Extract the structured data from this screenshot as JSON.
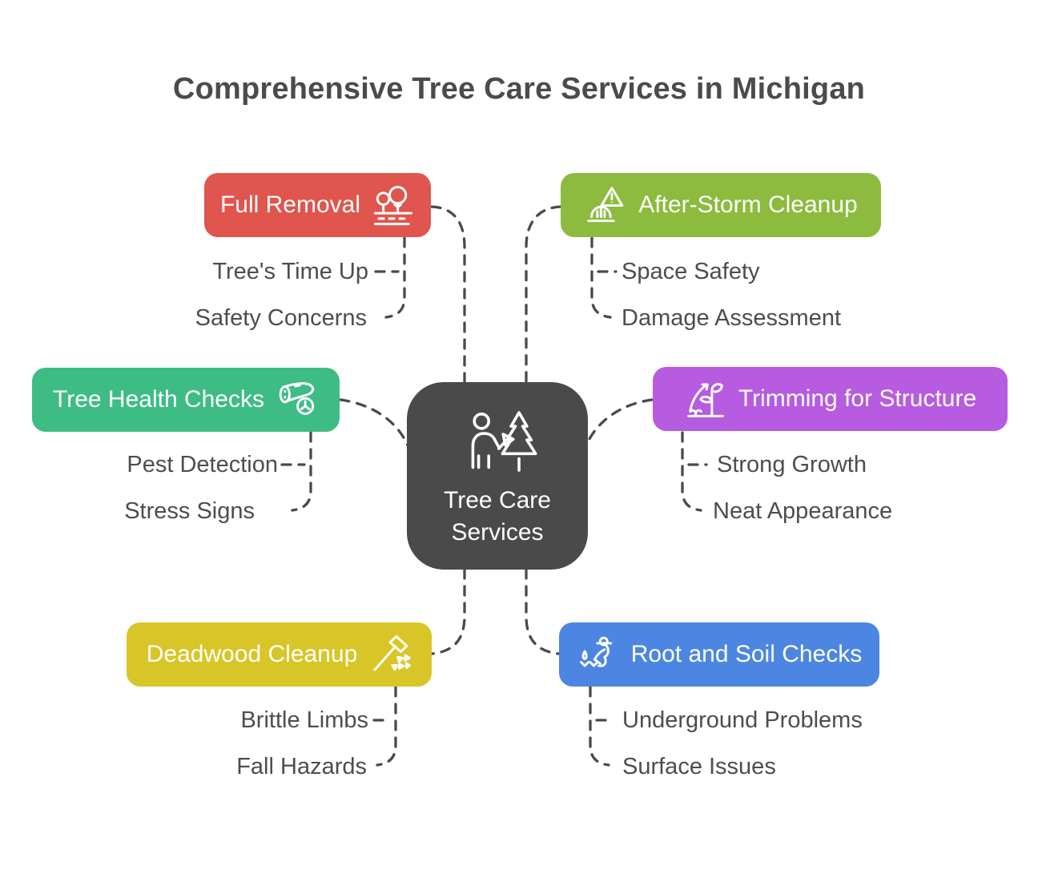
{
  "title": "Comprehensive Tree Care Services in Michigan",
  "center": {
    "label": "Tree Care Services",
    "color": "#4a4a4a",
    "icon": "arborist-with-pine-tree-icon"
  },
  "branches": [
    {
      "label": "Full Removal",
      "color": "#e0554d",
      "icon": "tree-removal-icon",
      "children": [
        "Tree's Time Up",
        "Safety Concerns"
      ]
    },
    {
      "label": "After-Storm Cleanup",
      "color": "#8cbb3e",
      "icon": "storm-warning-icon",
      "children": [
        "Space Safety",
        "Damage Assessment"
      ]
    },
    {
      "label": "Tree Health Checks",
      "color": "#3ebc86",
      "icon": "log-inspection-icon",
      "children": [
        "Pest Detection",
        "Stress Signs"
      ]
    },
    {
      "label": "Trimming for Structure",
      "color": "#b75be1",
      "icon": "growth-arrow-plant-icon",
      "children": [
        "Strong Growth",
        "Neat Appearance"
      ]
    },
    {
      "label": "Deadwood Cleanup",
      "color": "#d8c527",
      "icon": "axe-wood-chips-icon",
      "children": [
        "Brittle Limbs",
        "Fall Hazards"
      ]
    },
    {
      "label": "Root and Soil Checks",
      "color": "#4c86e2",
      "icon": "gardener-soil-icon",
      "children": [
        "Underground Problems",
        "Surface Issues"
      ]
    }
  ],
  "connector_color": "#4a4a4a",
  "text_color": "#4d4d4d",
  "background_color": "#ffffff"
}
